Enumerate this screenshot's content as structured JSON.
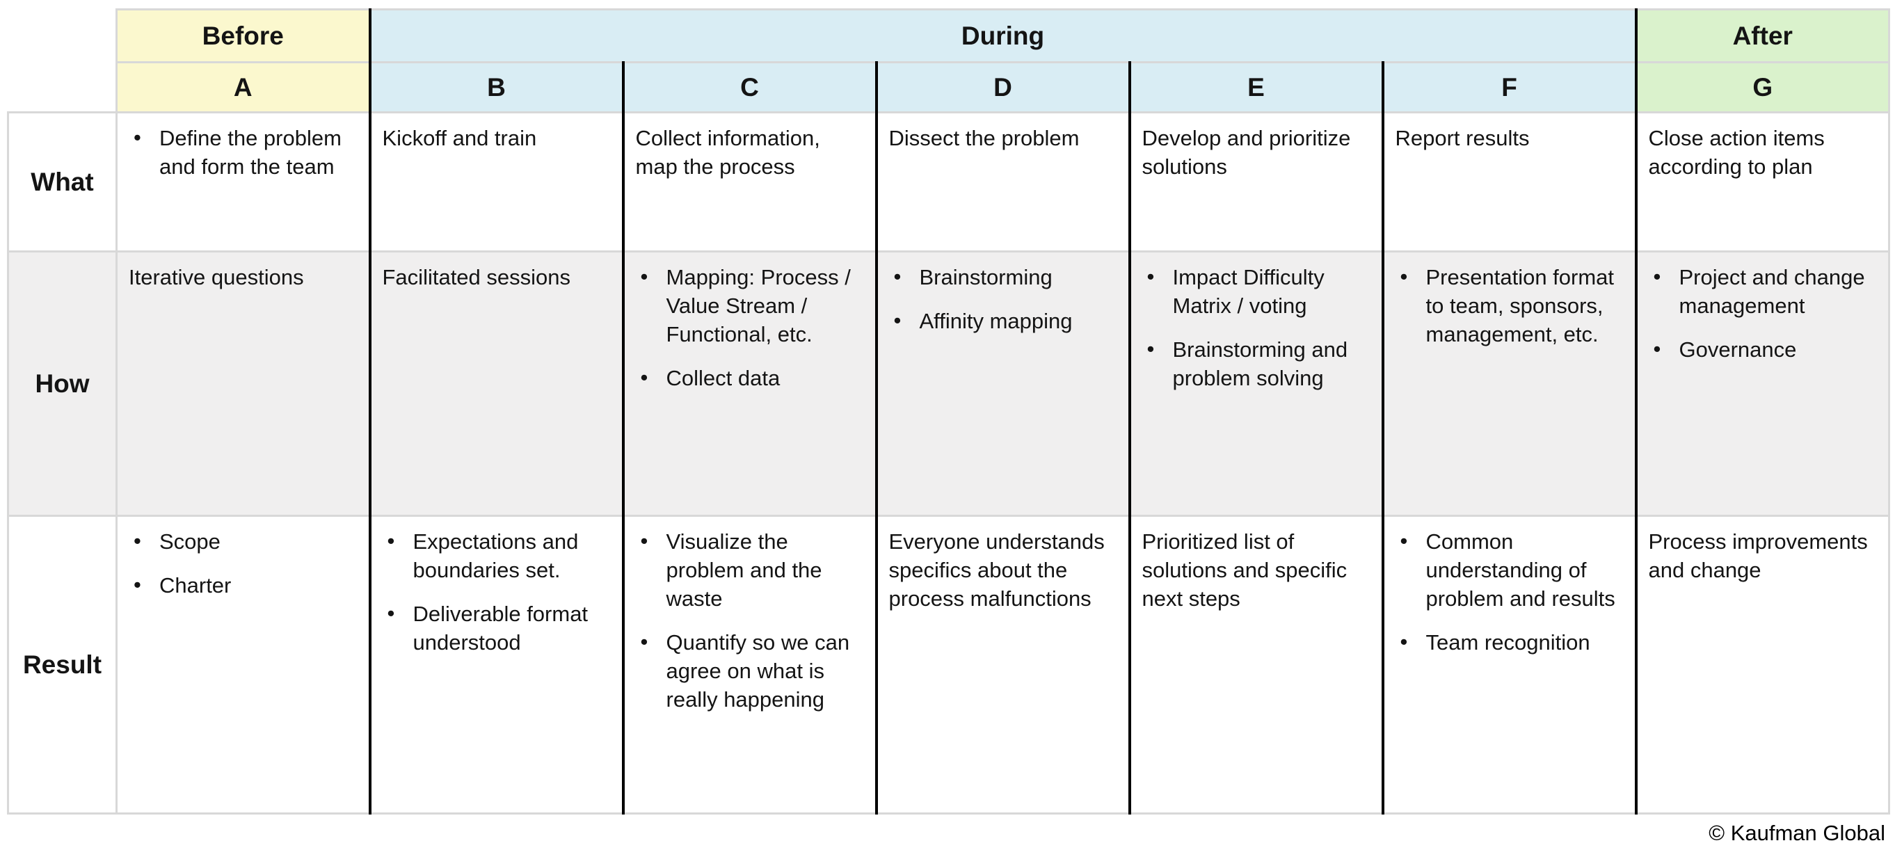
{
  "page": {
    "copyright": "© Kaufman Global"
  },
  "colors": {
    "before_fill": "#FBF8CE",
    "during_fill": "#D9EDF4",
    "after_fill": "#DAF2CC",
    "how_row_fill": "#F0EFEF",
    "grid_line": "#D8D8D8",
    "column_divider": "#000000"
  },
  "table": {
    "phases": [
      {
        "label": "Before",
        "span": 1
      },
      {
        "label": "During",
        "span": 5
      },
      {
        "label": "After",
        "span": 1
      }
    ],
    "columns": [
      {
        "letter": "A",
        "phase": "before"
      },
      {
        "letter": "B",
        "phase": "during"
      },
      {
        "letter": "C",
        "phase": "during"
      },
      {
        "letter": "D",
        "phase": "during"
      },
      {
        "letter": "E",
        "phase": "during"
      },
      {
        "letter": "F",
        "phase": "during"
      },
      {
        "letter": "G",
        "phase": "after"
      }
    ],
    "rows": [
      {
        "label": "What",
        "shaded": false,
        "cells": [
          {
            "bulleted": true,
            "items": [
              "Define the problem and form the team"
            ]
          },
          {
            "bulleted": false,
            "items": [
              "Kickoff and train"
            ]
          },
          {
            "bulleted": false,
            "items": [
              "Collect information, map the process"
            ]
          },
          {
            "bulleted": false,
            "items": [
              "Dissect the problem"
            ]
          },
          {
            "bulleted": false,
            "items": [
              "Develop and prioritize solutions"
            ]
          },
          {
            "bulleted": false,
            "items": [
              "Report results"
            ]
          },
          {
            "bulleted": false,
            "items": [
              "Close action items according to plan"
            ]
          }
        ]
      },
      {
        "label": "How",
        "shaded": true,
        "cells": [
          {
            "bulleted": false,
            "items": [
              "Iterative questions"
            ]
          },
          {
            "bulleted": false,
            "items": [
              "Facilitated sessions"
            ]
          },
          {
            "bulleted": true,
            "items": [
              "Mapping: Process / Value Stream / Functional, etc.",
              "Collect data"
            ]
          },
          {
            "bulleted": true,
            "items": [
              "Brainstorming",
              "Affinity mapping"
            ]
          },
          {
            "bulleted": true,
            "items": [
              "Impact Difficulty Matrix / voting",
              "Brainstorming and problem solving"
            ]
          },
          {
            "bulleted": true,
            "items": [
              "Presentation format to team, sponsors, management, etc."
            ]
          },
          {
            "bulleted": true,
            "items": [
              "Project and change management",
              "Governance"
            ]
          }
        ]
      },
      {
        "label": "Result",
        "shaded": false,
        "cells": [
          {
            "bulleted": true,
            "items": [
              "Scope",
              "Charter"
            ]
          },
          {
            "bulleted": true,
            "items": [
              "Expectations and boundaries set.",
              "Deliverable format understood"
            ]
          },
          {
            "bulleted": true,
            "items": [
              "Visualize the problem and the waste",
              "Quantify so we can agree on what is really happening"
            ]
          },
          {
            "bulleted": false,
            "items": [
              "Everyone understands specifics about the process malfunctions"
            ]
          },
          {
            "bulleted": false,
            "items": [
              "Prioritized list of solutions and specific next steps"
            ]
          },
          {
            "bulleted": true,
            "items": [
              "Common understanding of problem and results",
              "Team recognition"
            ]
          },
          {
            "bulleted": false,
            "items": [
              "Process improvements and change"
            ]
          }
        ]
      }
    ]
  }
}
